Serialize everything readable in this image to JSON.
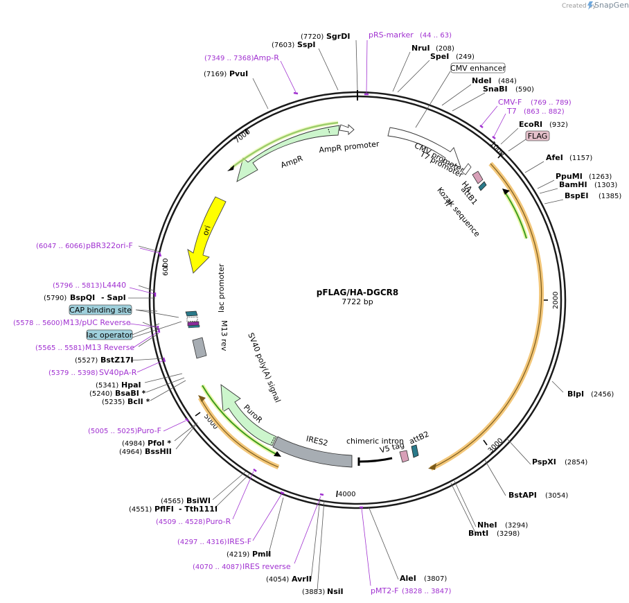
{
  "header": {
    "credit_prefix": "Created by",
    "credit_brand": "SnapGene",
    "logo_icon": "snapgene-logo-icon"
  },
  "plasmid": {
    "name": "pFLAG/HA-DGCR8",
    "length": "7722 bp"
  },
  "ticks": [
    "1000",
    "2000",
    "3000",
    "4000",
    "5000",
    "6000",
    "7000"
  ],
  "enzymes": [
    {
      "pos": "(7720)",
      "name": "SgrDI"
    },
    {
      "pos": "(7603)",
      "name": "SspI"
    },
    {
      "pos": "(208)",
      "name": "NruI"
    },
    {
      "pos": "(249)",
      "name": "SpeI"
    },
    {
      "pos": "(484)",
      "name": "NdeI"
    },
    {
      "pos": "(590)",
      "name": "SnaBI"
    },
    {
      "pos": "(932)",
      "name": "EcoRI"
    },
    {
      "pos": "(1157)",
      "name": "AfeI"
    },
    {
      "pos": "(1263)",
      "name": "PpuMI"
    },
    {
      "pos": "(1303)",
      "name": "BamHI"
    },
    {
      "pos": "(1385)",
      "name": "BspEI"
    },
    {
      "pos": "(2456)",
      "name": "BlpI"
    },
    {
      "pos": "(2854)",
      "name": "PspXI"
    },
    {
      "pos": "(3054)",
      "name": "BstAPI"
    },
    {
      "pos": "(3294)",
      "name": "NheI"
    },
    {
      "pos": "(3298)",
      "name": "BmtI"
    },
    {
      "pos": "(3807)",
      "name": "AleI"
    },
    {
      "pos": "(3883)",
      "name": "NsiI"
    },
    {
      "pos": "(4054)",
      "name": "AvrII"
    },
    {
      "pos": "(4219)",
      "name": "PmlI"
    },
    {
      "pos": "(4565)",
      "name": "BsiWI"
    },
    {
      "pos": "(4551)",
      "name": "PflFI"
    },
    {
      "name": "- Tth111I"
    },
    {
      "pos": "(4984)",
      "name": "PfoI *"
    },
    {
      "pos": "(4964)",
      "name": "BssHII"
    },
    {
      "pos": "(5341)",
      "name": "HpaI"
    },
    {
      "pos": "(5240)",
      "name": "BsaBI *"
    },
    {
      "pos": "(5235)",
      "name": "BclI *"
    },
    {
      "pos": "(5527)",
      "name": "BstZ17I"
    },
    {
      "pos": "(5790)",
      "name": "BspQI"
    },
    {
      "name": "- SapI"
    },
    {
      "pos": "(7169)",
      "name": "PvuI"
    }
  ],
  "primers": [
    {
      "name": "pRS-marker",
      "pos": "(44 .. 63)"
    },
    {
      "name": "Amp-R",
      "pos": "(7349 .. 7368)"
    },
    {
      "name": "CMV-F",
      "pos": "(769 .. 789)"
    },
    {
      "name": "T7",
      "pos": "(863 .. 882)"
    },
    {
      "name": "pBR322ori-F",
      "pos": "(6047 .. 6066)"
    },
    {
      "name": "L4440",
      "pos": "(5796 .. 5813)"
    },
    {
      "name": "M13/pUC Reverse",
      "pos": "(5578 .. 5600)"
    },
    {
      "name": "M13 Reverse",
      "pos": "(5565 .. 5581)"
    },
    {
      "name": "SV40pA-R",
      "pos": "(5379 .. 5398)"
    },
    {
      "name": "Puro-F",
      "pos": "(5005 .. 5025)"
    },
    {
      "name": "Puro-R",
      "pos": "(4509 .. 4528)"
    },
    {
      "name": "IRES-F",
      "pos": "(4297 .. 4316)"
    },
    {
      "name": "IRES reverse",
      "pos": "(4070 .. 4087)"
    },
    {
      "name": "pMT2-F",
      "pos": "(3828 .. 3847)"
    }
  ],
  "boxed": [
    {
      "text": "CMV enhancer"
    },
    {
      "text": "FLAG"
    },
    {
      "text": "CAP binding site"
    },
    {
      "text": "lac operator"
    }
  ],
  "features": [
    {
      "text": "AmpR promoter"
    },
    {
      "text": "AmpR"
    },
    {
      "text": "ori"
    },
    {
      "text": "CMV promoter"
    },
    {
      "text": "T7 promoter"
    },
    {
      "text": "HA"
    },
    {
      "text": "attB1"
    },
    {
      "text": "Kozak sequence"
    },
    {
      "text": "lac promoter"
    },
    {
      "text": "M13 rev"
    },
    {
      "text": "SV40 poly(A) signal"
    },
    {
      "text": "PuroR"
    },
    {
      "text": "IRES2"
    },
    {
      "text": "chimeric intron"
    },
    {
      "text": "V5 tag"
    },
    {
      "text": "attB2"
    }
  ],
  "colors": {
    "backbone": "#1a1a1a",
    "primer": "#a030d0",
    "amp": "#ccf5cc",
    "ori": "#ffff00",
    "orf_orange": "#f3c77a",
    "orf_green": "#3c9a1e",
    "ires": "#a7adb3",
    "boxed_blue": "#9fd0dc",
    "flag": "#e5c0cb"
  }
}
